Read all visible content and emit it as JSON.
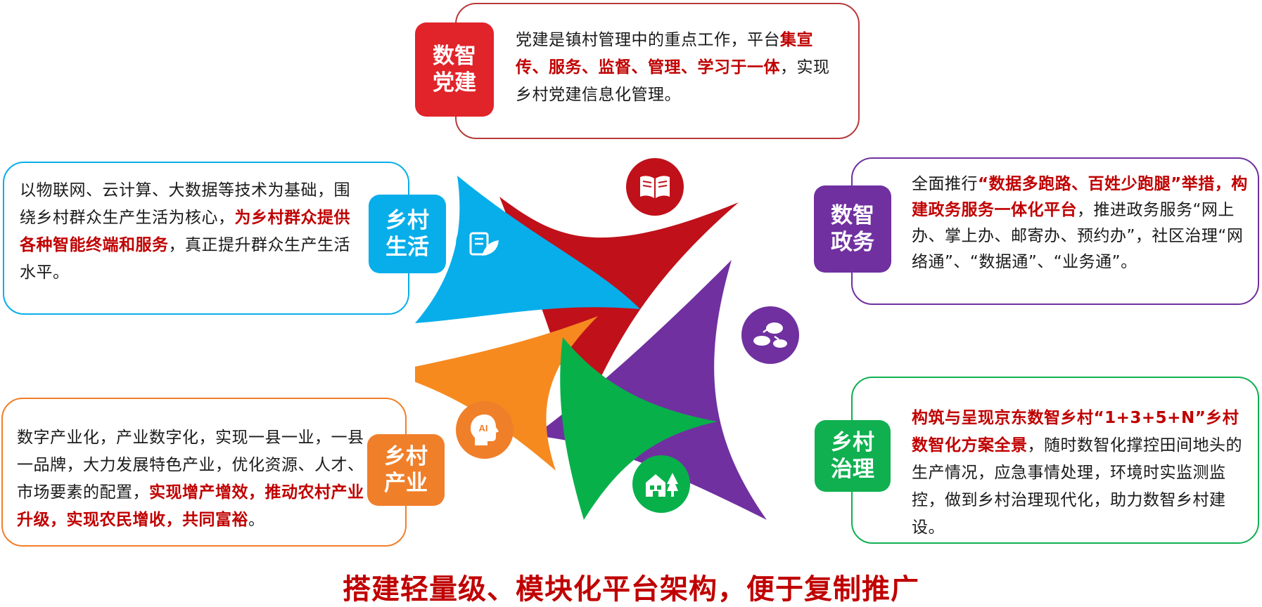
{
  "colors": {
    "red": "#e0242a",
    "blue": "#08aeea",
    "purple": "#7030a0",
    "orange": "#f07f2a",
    "green": "#10b050",
    "highlight": "#c00000"
  },
  "modules": {
    "party": {
      "badge": [
        "数智",
        "党建"
      ],
      "text_before": "党建是镇村管理中的重点工作，平台",
      "text_highlight": "集宣传、服务、监督、管理、学习于一体",
      "text_after": "，实现乡村党建信息化管理。",
      "icon": "book-icon"
    },
    "life": {
      "badge": [
        "乡村",
        "生活"
      ],
      "text_before": "以物联网、云计算、大数据等技术为基础，围绕乡村群众生产生活为核心，",
      "text_highlight": "为乡村群众提供各种智能终端和服务",
      "text_after": "，真正提升群众生产生活水平。",
      "icon": "leaf-card-icon"
    },
    "gov": {
      "badge": [
        "数智",
        "政务"
      ],
      "text_before": "全面推行",
      "text_highlight": "“数据多跑路、百姓少跑腿”举措，构建政务服务一体化平台",
      "text_after": "，推进政务服务“网上办、掌上办、邮寄办、预约办”，社区治理“网络通”、“数据通”、“业务通”。",
      "icon": "cloud-sync-icon"
    },
    "industry": {
      "badge": [
        "乡村",
        "产业"
      ],
      "text_before": "数字产业化，产业数字化，实现一县一业，一县一品牌，大力发展特色产业，优化资源、人才、市场要素的配置，",
      "text_highlight": "实现增产增效，推动农村产业升级，实现农民增收，共同富裕",
      "text_after": "。",
      "icon": "ai-head-icon",
      "icon_label": "AI"
    },
    "governance": {
      "badge": [
        "乡村",
        "治理"
      ],
      "text_before": "",
      "text_highlight": "构筑与呈现京东数智乡村“1+3+5+N”乡村数智化方案全景",
      "text_after": "，随时数智化撑控田间地头的生产情况，应急事情处理，环境时实监测监控，做到乡村治理现代化，助力数智乡村建设。",
      "icon": "house-tree-icon"
    }
  },
  "footer": {
    "title": "搭建轻量级、模块化平台架构，便于复制推广"
  }
}
